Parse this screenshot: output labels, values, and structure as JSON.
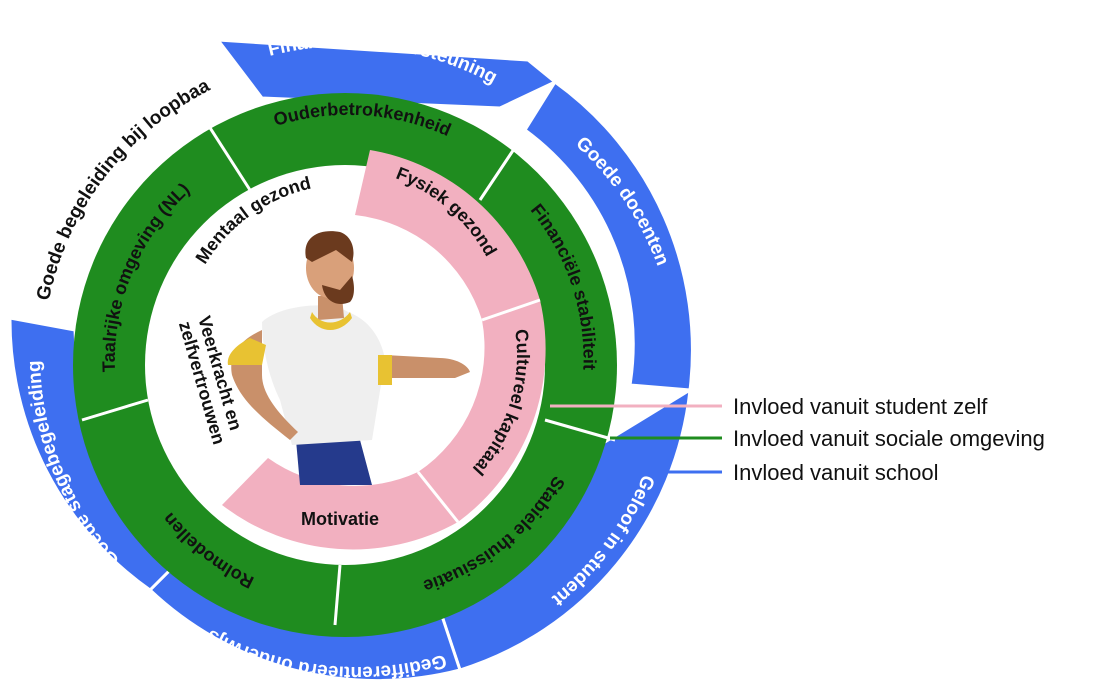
{
  "colors": {
    "school": "#3e6ff0",
    "social": "#1f8c1f",
    "student": "#f2b0c0",
    "white": "#ffffff",
    "text_dark": "#111111",
    "text_light": "#ffffff"
  },
  "rings": {
    "school": {
      "segments": [
        {
          "label": "Financiële ondersteuning"
        },
        {
          "label": "Goede docenten"
        },
        {
          "label": "Geloof in student"
        },
        {
          "label": "Gedifferentieerd onderwijs"
        },
        {
          "label": "Goede stagebegeleiding"
        },
        {
          "label": "Goede begeleiding bij loopbaan"
        }
      ]
    },
    "social": {
      "segments": [
        {
          "label": "Ouderbetrokkenheid"
        },
        {
          "label": "Financiële stabiliteit"
        },
        {
          "label": "Stabiele thuissiuatie"
        },
        {
          "label": "Rolmodellen"
        },
        {
          "label": "Taalrijke omgeving (NL)"
        }
      ]
    },
    "student": {
      "segments": [
        {
          "label": "Fysiek gezond",
          "highlighted": true
        },
        {
          "label": "Cultureel kapitaal",
          "highlighted": true
        },
        {
          "label": "Motivatie",
          "highlighted": true
        },
        {
          "label": "Veerkracht en zelfvertrouwen",
          "highlighted": false
        },
        {
          "label": "Mentaal gezond",
          "highlighted": false
        }
      ]
    }
  },
  "inner_labels": {
    "veerkracht_line1": "Veerkracht en",
    "veerkracht_line2": "zelfvertrouwen"
  },
  "legend": [
    {
      "label": "Invloed vanuit student zelf",
      "color": "#f2b0c0"
    },
    {
      "label": "Invloed vanuit sociale omgeving",
      "color": "#1f8c1f"
    },
    {
      "label": "Invloed vanuit school",
      "color": "#3e6ff0"
    }
  ]
}
